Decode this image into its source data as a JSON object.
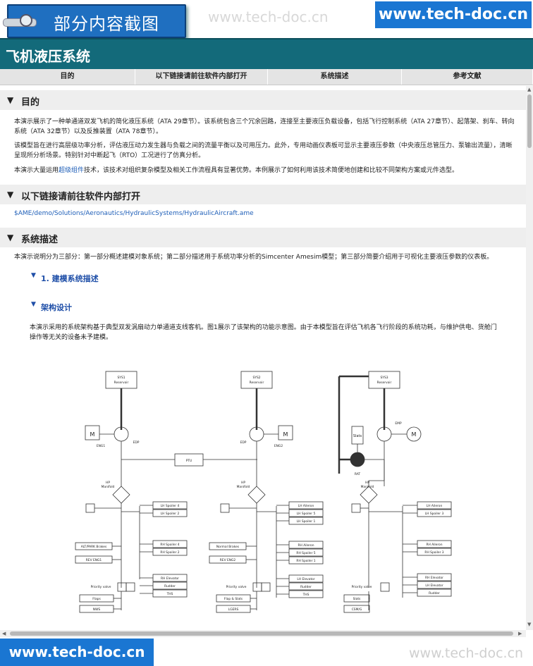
{
  "banner": {
    "badge_label": "部分内容截图",
    "watermark": "www.tech-doc.cn",
    "site": "www.tech-doc.cn"
  },
  "page": {
    "title": "飞机液压系统"
  },
  "nav": {
    "tabs": [
      "目的",
      "以下链接请前往软件内部打开",
      "系统描述",
      "参考文献"
    ]
  },
  "sections": {
    "purpose": {
      "heading": "目的",
      "p1": "本演示展示了一种单通道双发飞机的简化液压系统（ATA 29章节）。该系统包含三个冗余回路，连接至主要液压负载设备，包括飞行控制系统（ATA 27章节）、起落架、刹车、转向系统（ATA 32章节）以及反推装置（ATA 78章节）。",
      "p2": "该模型旨在进行高层级功率分析，评估液压动力发生器与负载之间的流量平衡以及可用压力。此外，专用动画仪表板可显示主要液压参数（中央液压总管压力、泵输出流量），清晰呈现所分析场景。特别针对中断起飞（RTO）工况进行了仿真分析。",
      "p3_before": "本演示大量运用",
      "p3_link": "超级组件",
      "p3_after": "技术，该技术对组织复杂模型及相关工作流程具有显著优势。本例展示了如何利用该技术简便地创建和比较不同架构方案或元件选型。"
    },
    "links": {
      "heading": "以下链接请前往软件内部打开",
      "path": "$AME/demo/Solutions/Aeronautics/HydraulicSystems/HydraulicAircraft.ame"
    },
    "description": {
      "heading": "系统描述",
      "intro": "本演示说明分为三部分：第一部分概述建模对象系统；第二部分描述用于系统功率分析的Simcenter Amesim模型；第三部分简要介绍用于可视化主要液压参数的仪表板。",
      "sub1": "1. 建模系统描述",
      "sub2": "架构设计",
      "arch_text": "本演示采用的系统架构基于典型双发涡扇动力单通道支线客机。图1展示了该架构的功能示意图。由于本模型旨在评估飞机各飞行阶段的系统功耗，与维护供电、货舱门操作等无关的设备未予建模。"
    }
  },
  "diagram": {
    "sys1": [
      "SYS1",
      "Reservoir"
    ],
    "sys2": [
      "SYS2",
      "Reservoir"
    ],
    "sys3": [
      "SYS3",
      "Reservoir"
    ],
    "motor": "M",
    "eng1": "ENG1",
    "eng2": "ENG2",
    "edp": "EDP",
    "emp": "EMP",
    "ptu": "PTU",
    "rat": "RAT",
    "hp": [
      "HP",
      "Manifold"
    ],
    "prio": "Priority valve",
    "sys1_loads": [
      "LH Spoiler 4",
      "LH Spoiler 2",
      "RH Spoiler 4",
      "RH Spoiler 2",
      "RH Elevator",
      "Rudder",
      "THS"
    ],
    "sys1_side": [
      "ALT/PARK Brakes",
      "REV ENG1",
      "Flaps",
      "NWS"
    ],
    "sys2_loads": [
      "LH Aileron",
      "LH Spoiler 5",
      "LH Spoiler 1",
      "RH Aileron",
      "RH Spoiler 5",
      "RH Spoiler 1",
      "LH Elevator",
      "Rudder",
      "THS"
    ],
    "sys2_side": [
      "Normal Brakes",
      "REV ENG2",
      "Flap & Slats",
      "LGERS"
    ],
    "sys3_loads": [
      "LH Aileron",
      "LH Spoiler 3",
      "RH Aileron",
      "RH Spoiler 3",
      "RH Elevator",
      "LH Elevator",
      "Rudder"
    ],
    "sys3_side": [
      "Slats",
      "CSM/G"
    ]
  }
}
